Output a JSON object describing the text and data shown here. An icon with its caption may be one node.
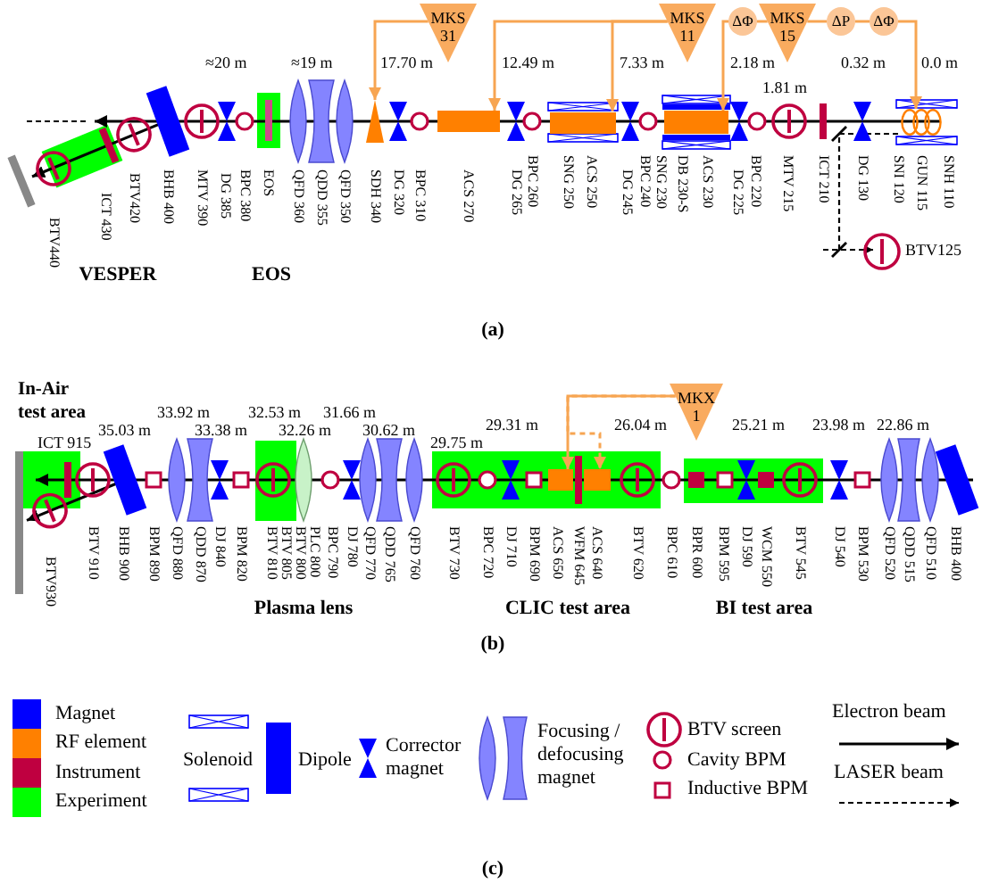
{
  "diagram": {
    "nodes": [
      {
        "text": [
          "MKS 31"
        ]
      },
      {
        "text": [
          "MKS 11"
        ]
      },
      {
        "text": [
          "ΔΦ"
        ]
      },
      {
        "text": [
          "MKS 15"
        ]
      },
      {
        "text": [
          "ΔP"
        ]
      },
      {
        "text": [
          "ΔΦ"
        ]
      },
      {
        "text": [],
        "shape": "triangle",
        "beside": [
          "SDH 340"
        ]
      },
      {
        "text": [],
        "shape": "box",
        "beside": [
          "ACS 270"
        ]
      },
      {
        "text": [],
        "shape": "box",
        "beside": [
          "ACS 250"
        ]
      },
      {
        "text": [],
        "shape": "box",
        "beside": [
          "ACS 230"
        ]
      },
      {
        "text": [],
        "shape": "coil",
        "beside": [
          "GUN 115"
        ]
      },
      {
        "text": [
          "MKX 1"
        ]
      },
      {
        "text": [],
        "shape": "box",
        "beside": [
          "ACS 650"
        ]
      },
      {
        "text": [],
        "shape": "box",
        "beside": [
          "ACS 640"
        ]
      }
    ],
    "edges": [
      {
        "from": 0,
        "to": 6,
        "arrow": "to"
      },
      {
        "from": 1,
        "to": 7,
        "arrow": "to"
      },
      {
        "from": 1,
        "to": 8,
        "arrow": "to"
      },
      {
        "from": 3,
        "to": 2,
        "arrow": "none"
      },
      {
        "from": 2,
        "to": 9,
        "arrow": "to"
      },
      {
        "from": 3,
        "to": 4,
        "arrow": "none"
      },
      {
        "from": 4,
        "to": 5,
        "arrow": "none"
      },
      {
        "from": 5,
        "to": 10,
        "arrow": "to"
      },
      {
        "from": 11,
        "to": 12,
        "arrow": "to"
      },
      {
        "from": 11,
        "to": 13,
        "arrow": "to",
        "style": "dashed"
      }
    ],
    "labels": [
      "≈20 m",
      "≈19 m",
      "17.70 m",
      "12.49 m",
      "7.33 m",
      "2.18 m",
      "0.32 m",
      "0.0 m",
      "1.81 m",
      "BTV440",
      "ICT 430",
      "BTV420",
      "BHB 400",
      "MTV 390",
      "DG 385",
      "BPC 380",
      "EOS",
      "QFD 360",
      "QDD 355",
      "QFD 350",
      "DG 320",
      "BPC 310",
      "DG 265",
      "BPC 260",
      "SNG 250",
      "DG 245",
      "BPC 240",
      "SNG 230",
      "DB 230-S",
      "DG 225",
      "BPC 220",
      "MTV 215",
      "ICT 210",
      "DG 130",
      "SNI 120",
      "SNH 110",
      "BTV125",
      "VESPER",
      "EOS",
      "(a)",
      "In-Air test area",
      "35.03 m",
      "33.92 m",
      "33.38 m",
      "32.53 m",
      "32.26 m",
      "31.66 m",
      "30.62 m",
      "29.75 m",
      "29.31 m",
      "26.04 m",
      "25.21 m",
      "23.98 m",
      "22.86 m",
      "ICT 915",
      "BTV930",
      "BTV 910",
      "BHB 900",
      "BPM 890",
      "QFD 880",
      "QDD 870",
      "DJ 840",
      "BPM 820",
      "BTV 810",
      "BTV 805",
      "BTV 800",
      "PLC 800",
      "BPC 790",
      "DJ 780",
      "QFD 770",
      "QDD 765",
      "QFD 760",
      "BTV 730",
      "BPC 720",
      "DJ 710",
      "BPM 690",
      "WFM 645",
      "BTV 620",
      "BPC 610",
      "BPR 600",
      "BPM 595",
      "DJ 590",
      "WCM 550",
      "BTV 545",
      "DJ 540",
      "BPM 530",
      "QFD 520",
      "QDD 515",
      "QFD 510",
      "BHB 400",
      "Plasma lens",
      "CLIC test area",
      "BI test area",
      "(b)",
      "(c)"
    ],
    "legend": [
      {
        "text": "Magnet",
        "color": "#0000ff"
      },
      {
        "text": "RF element",
        "color": "#ff8000"
      },
      {
        "text": "Instrument",
        "color": "#bf0040"
      },
      {
        "text": "Experiment",
        "color": "#00ff00"
      },
      {
        "text": "Solenoid"
      },
      {
        "text": "Dipole"
      },
      {
        "text": "Corrector magnet"
      },
      {
        "text": "Focusing / defocusing magnet"
      },
      {
        "text": "BTV screen"
      },
      {
        "text": "Cavity BPM"
      },
      {
        "text": "Inductive BPM"
      },
      {
        "text": "Electron beam"
      },
      {
        "text": "LASER beam"
      }
    ]
  }
}
